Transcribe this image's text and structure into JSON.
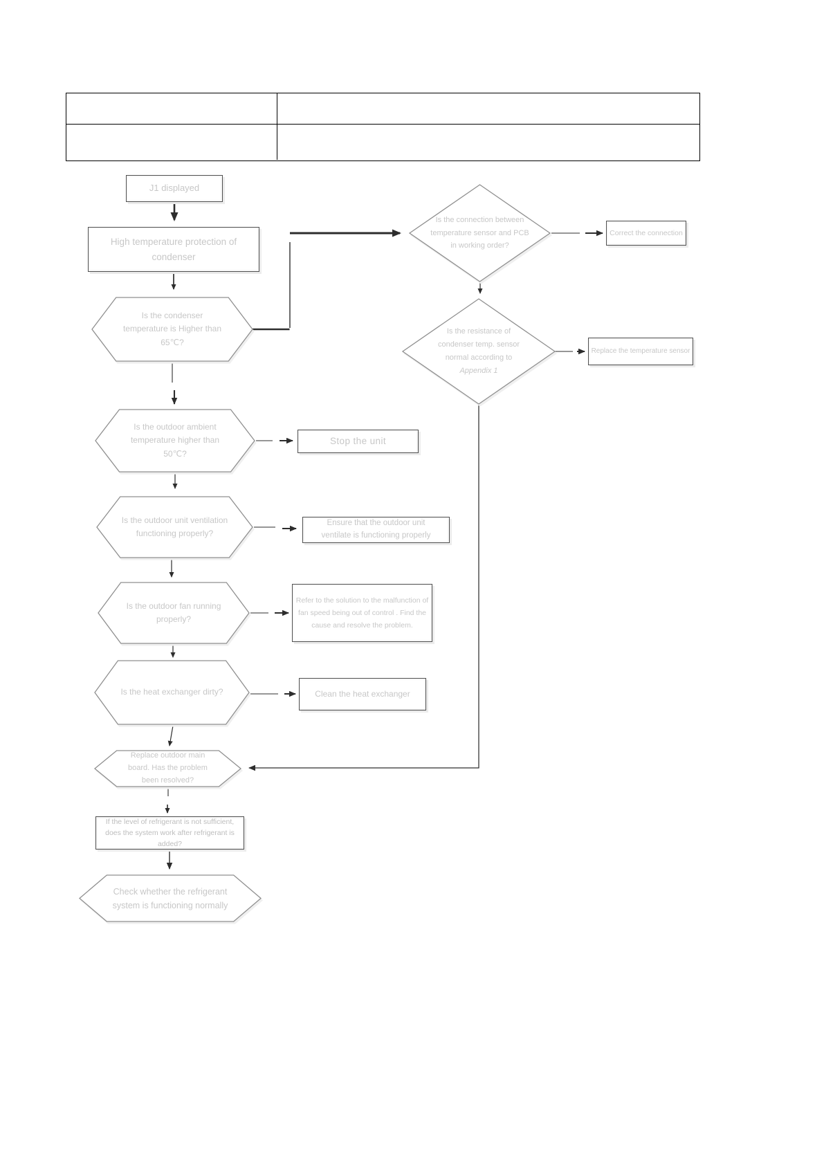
{
  "table": {
    "rows": 2,
    "cols": 2,
    "cells": [
      "",
      "",
      "",
      ""
    ]
  },
  "flowchart": {
    "j1": {
      "text": "J1 displayed"
    },
    "protection": {
      "text": "High temperature protection of condenser"
    },
    "q_condenser_temp": {
      "text": "Is the condenser temperature is Higher than 65℃?"
    },
    "q_connection": {
      "text": "Is the connection between temperature sensor and PCB in working order?"
    },
    "a_correct_connection": {
      "text": "Correct the connection"
    },
    "q_resistance": {
      "text": "Is the resistance of condenser temp. sensor normal according to",
      "ref": "Appendix 1"
    },
    "a_replace_sensor": {
      "text": "Replace the temperature sensor"
    },
    "q_ambient_temp": {
      "text": "Is the outdoor ambient temperature higher than 50℃?"
    },
    "a_stop_unit": {
      "text": "Stop the unit"
    },
    "q_ventilation": {
      "text": "Is the outdoor unit ventilation functioning properly?"
    },
    "a_ensure_ventilation": {
      "text": "Ensure that the outdoor unit ventilate is functioning properly"
    },
    "q_fan": {
      "text": "Is the outdoor fan running properly?"
    },
    "a_fan_solution": {
      "text": "Refer to the solution to the malfunction of fan speed being out of control . Find the cause and resolve the problem."
    },
    "q_heat_exchanger": {
      "text": "Is the heat exchanger dirty?"
    },
    "a_clean": {
      "text": "Clean the heat exchanger"
    },
    "q_mainboard": {
      "text": "Replace outdoor main board. Has the problem been resolved?"
    },
    "q_refrigerant": {
      "text": "If the level of refrigerant is not sufficient, does the system work after refrigerant is added?"
    },
    "final_check": {
      "text": "Check whether the refrigerant system is functioning normally"
    }
  },
  "colors": {
    "connector_line": "#2d2d2d",
    "shape_outline": "#8f8f8f",
    "box_border": "#4f4f4f",
    "label_text": "#c7c7c7",
    "table_border": "#000000",
    "page_background": "#ffffff"
  }
}
